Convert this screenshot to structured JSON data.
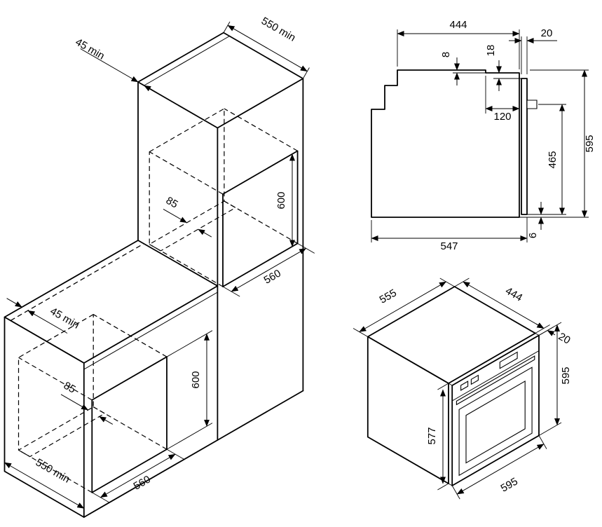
{
  "colors": {
    "background": "#ffffff",
    "line": "#000000"
  },
  "iso_cutout": {
    "top_depth_min": "550 min",
    "top_rear_gap": "45 min",
    "upper_niche_height": "600",
    "upper_niche_width": "560",
    "upper_rear_step": "85",
    "lower_rear_gap": "45 min",
    "lower_niche_height": "600",
    "lower_niche_width": "560",
    "lower_rear_step": "85",
    "left_depth_min": "550 min"
  },
  "side_view": {
    "top_depth": "444",
    "door_thickness": "20",
    "top_step": "8",
    "top_front_offset": "18",
    "control_panel_depth": "120",
    "front_height": "465",
    "overall_height": "595",
    "overall_depth": "547",
    "bottom_gap": "6"
  },
  "oven_iso": {
    "body_depth": "555",
    "top_depth": "444",
    "door_thickness": "20",
    "overall_height": "595",
    "body_height": "577",
    "overall_width": "595"
  }
}
